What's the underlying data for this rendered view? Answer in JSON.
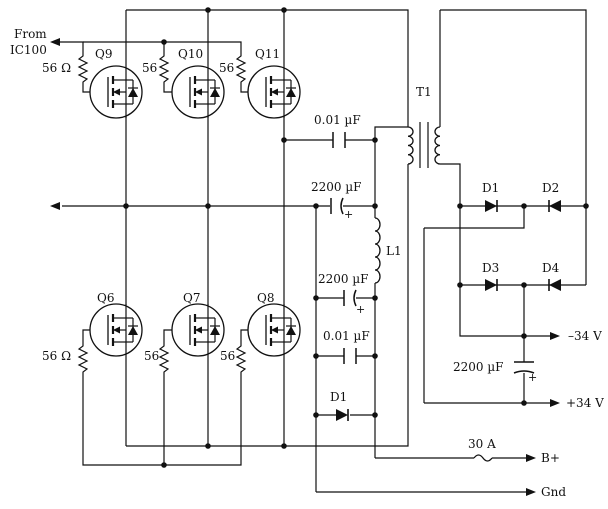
{
  "labels": {
    "from": "From",
    "ic100": "IC100",
    "r9": "56 Ω",
    "r10": "56",
    "r11": "56",
    "r6": "56 Ω",
    "r7": "56",
    "r8": "56",
    "q9": "Q9",
    "q10": "Q10",
    "q11": "Q11",
    "q6": "Q6",
    "q7": "Q7",
    "q8": "Q8",
    "t1": "T1",
    "c_top": "0.01 µF",
    "c_mid1": "2200 µF",
    "l1": "L1",
    "c_mid2": "2200 µF",
    "c_low": "0.01 µF",
    "d1_left": "D1",
    "d1": "D1",
    "d2": "D2",
    "d3": "D3",
    "d4": "D4",
    "c_out": "2200 µF",
    "fuse": "30 A",
    "neg34": "–34 V",
    "pos34": "+34 V",
    "bplus": "B+",
    "gnd": "Gnd",
    "plus": "+"
  }
}
